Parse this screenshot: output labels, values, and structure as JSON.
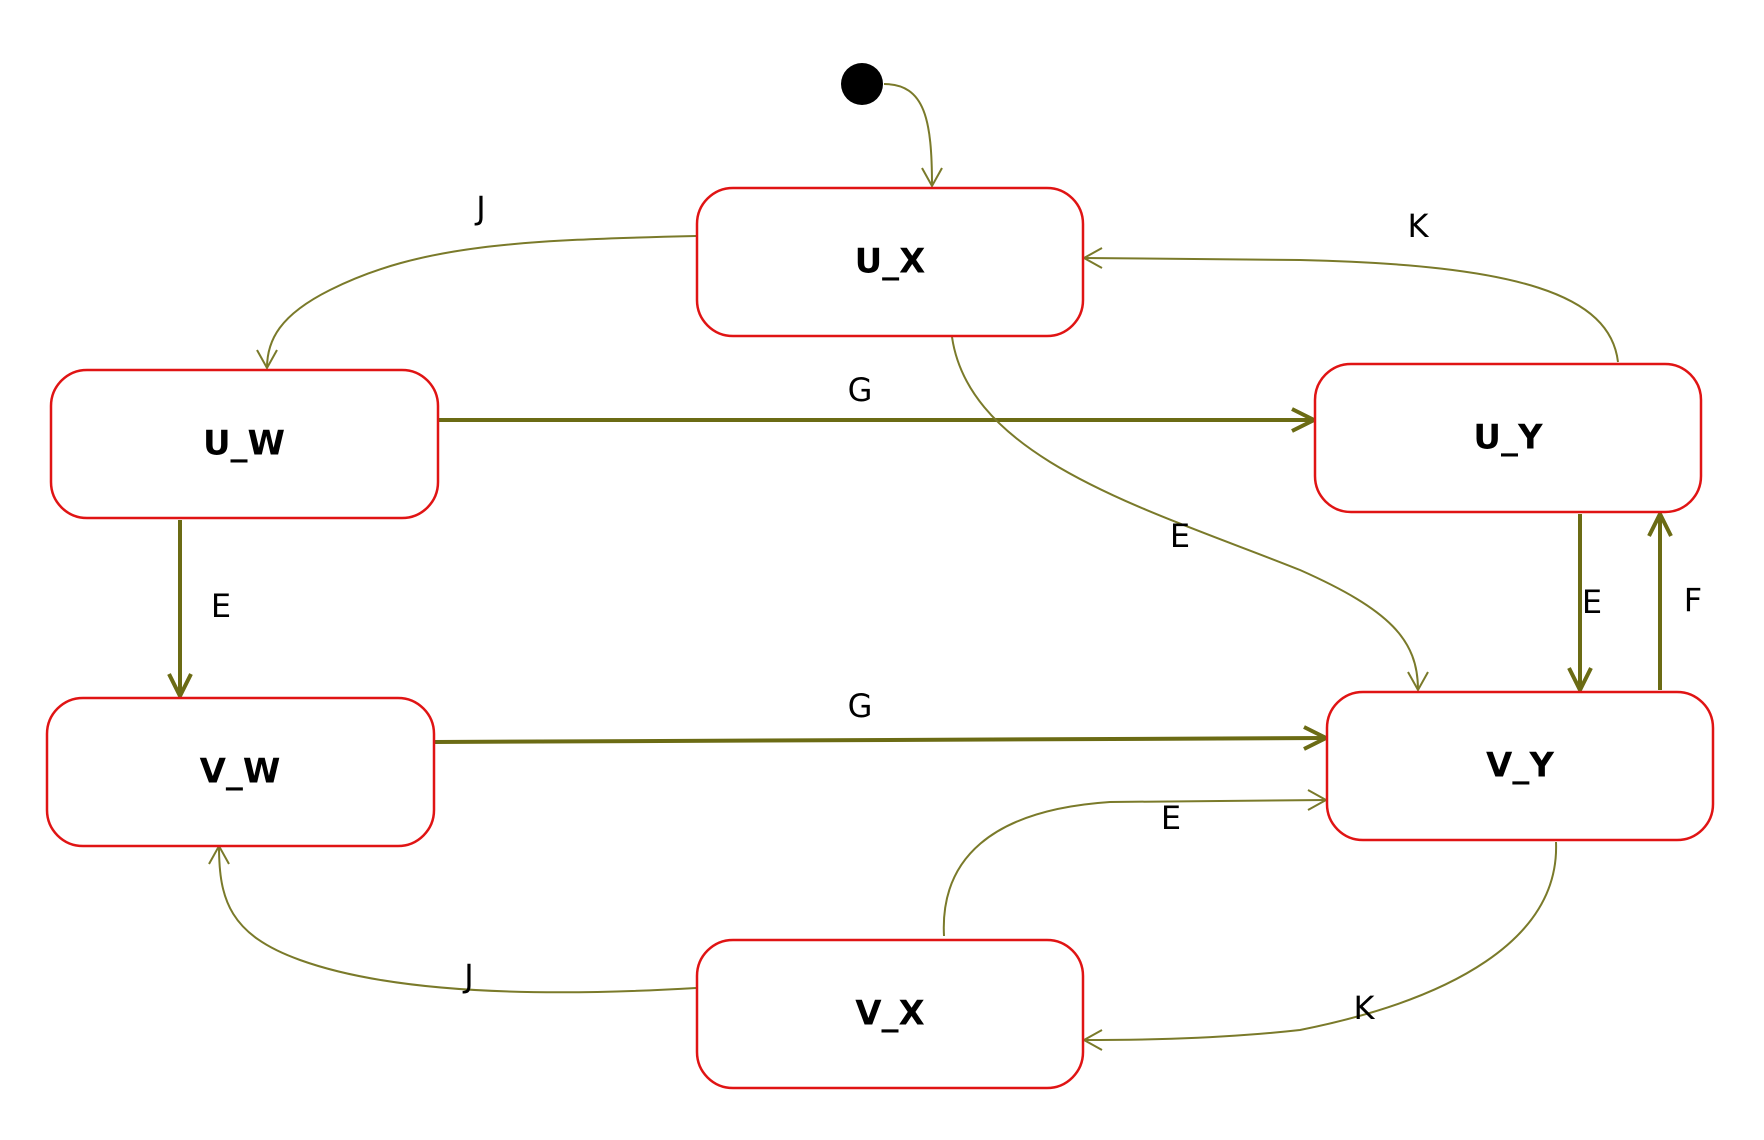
{
  "states": {
    "u_x": "U_X",
    "u_w": "U_W",
    "u_y": "U_Y",
    "v_w": "V_W",
    "v_y": "V_Y",
    "v_x": "V_X"
  },
  "transitions": {
    "u_x_to_u_w": "J",
    "u_y_to_u_x": "K",
    "u_w_to_u_y": "G",
    "u_x_to_v_y": "E",
    "u_w_to_v_w": "E",
    "u_y_to_v_y": "E",
    "v_y_to_u_y": "F",
    "v_w_to_v_y": "G",
    "v_x_to_v_y": "E",
    "v_x_to_v_w": "J",
    "v_y_to_v_x": "K"
  },
  "colors": {
    "state_border": "#e01414",
    "edge": "#6b6b14"
  }
}
